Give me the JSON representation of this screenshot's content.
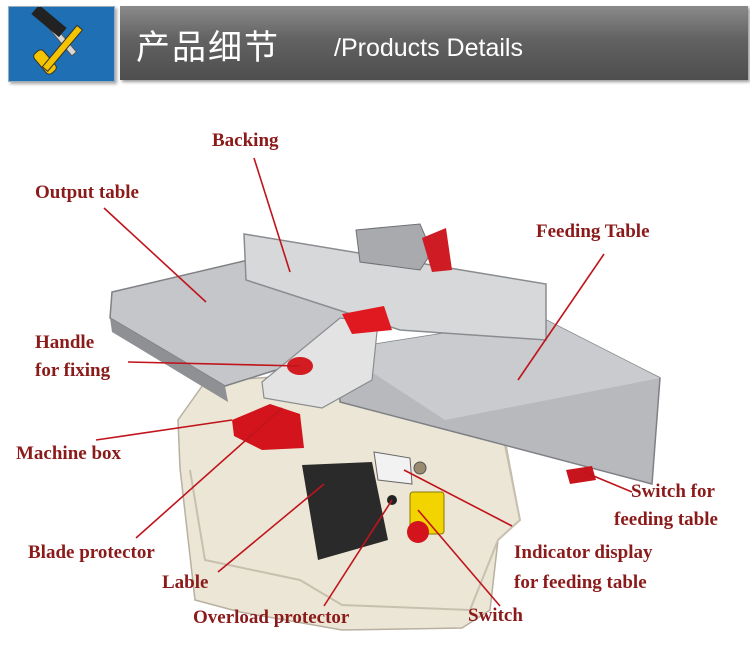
{
  "header": {
    "title_cn": "产品细节",
    "title_en": "/Products Details",
    "icon": "hammer-screwdriver-icon"
  },
  "colors": {
    "header_icon_bg": "#1f6fb5",
    "header_bar": "#5e5e5e",
    "label_text": "#8b1a1a",
    "leader_line": "#c0141c"
  },
  "labels": {
    "backing": "Backing",
    "output_table": "Output table",
    "feeding_table": "Feeding Table",
    "handle_line1": "Handle",
    "handle_line2": "for fixing",
    "machine_box": "Machine box",
    "blade_protector": "Blade protector",
    "lable": "Lable",
    "overload_protector": "Overload protector",
    "switch": "Switch",
    "switch_feed_line1": "Switch for",
    "switch_feed_line2": "feeding table",
    "indicator_line1": "Indicator display",
    "indicator_line2": "for  feeding table"
  }
}
